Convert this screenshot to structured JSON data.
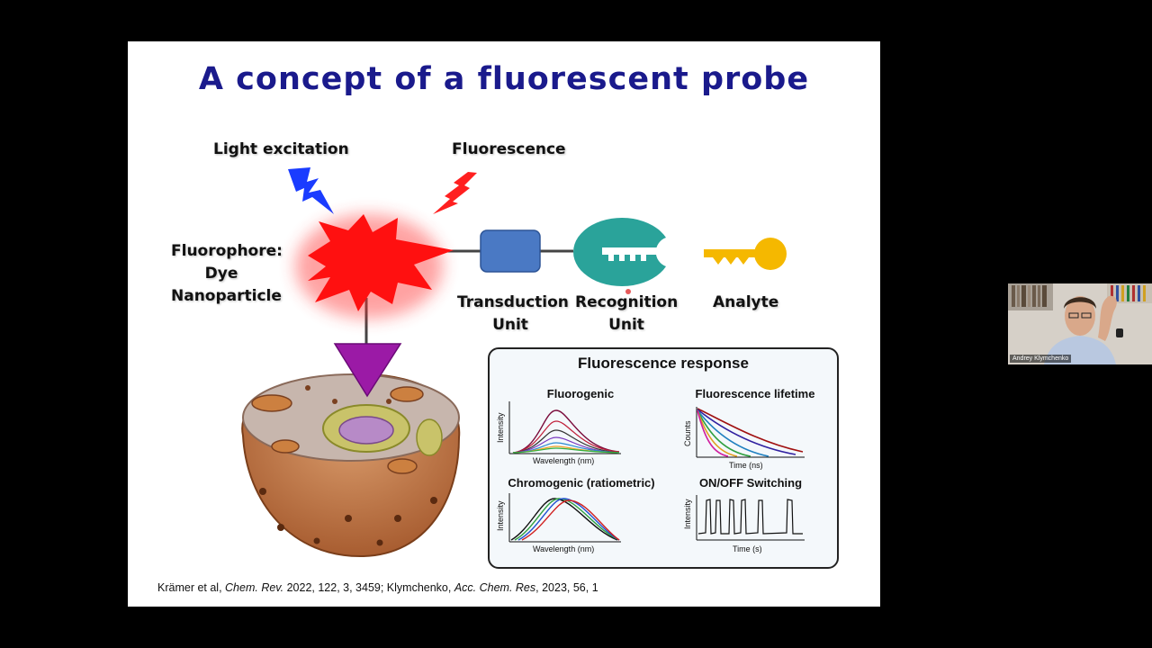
{
  "slide": {
    "title": "A concept of a fluorescent probe",
    "labels": {
      "light_excitation": "Light excitation",
      "fluorescence": "Fluorescence",
      "fluorophore": "Fluorophore:",
      "dye": "Dye",
      "nanoparticle": "Nanoparticle",
      "transduction_1": "Transduction",
      "transduction_2": "Unit",
      "recognition_1": "Recognition",
      "recognition_2": "Unit",
      "analyte": "Analyte"
    },
    "panel": {
      "title": "Fluorescence response",
      "fluorogenic": {
        "title": "Fluorogenic",
        "xlabel": "Wavelength (nm)",
        "ylabel": "Intensity"
      },
      "lifetime": {
        "title": "Fluorescence lifetime",
        "xlabel": "Time (ns)",
        "ylabel": "Counts"
      },
      "chromogenic": {
        "title": "Chromogenic (ratiometric)",
        "xlabel": "Wavelength (nm)",
        "ylabel": "Intensity"
      },
      "switching": {
        "title": "ON/OFF Switching",
        "xlabel": "Time (s)",
        "ylabel": "Intensity"
      }
    },
    "citation": {
      "part1": "Krämer et al, ",
      "journal1": "Chem. Rev.",
      "part2": " 2022, 122, 3, 3459; Klymchenko, ",
      "journal2": "Acc. Chem. Res",
      "part3": ", 2023, 56, 1"
    },
    "colors": {
      "title": "#1a1a8c",
      "star": "#ff1a1a",
      "excitation_bolt": "#1a3cff",
      "fluorescence_bolt": "#ff2020",
      "transduction_box": "#4a79c4",
      "recognition": "#2aa39a",
      "analyte_key": "#f5b800",
      "triangle": "#9b1aa6"
    }
  },
  "video": {
    "participant_name": "Andrey Klymchenko"
  }
}
